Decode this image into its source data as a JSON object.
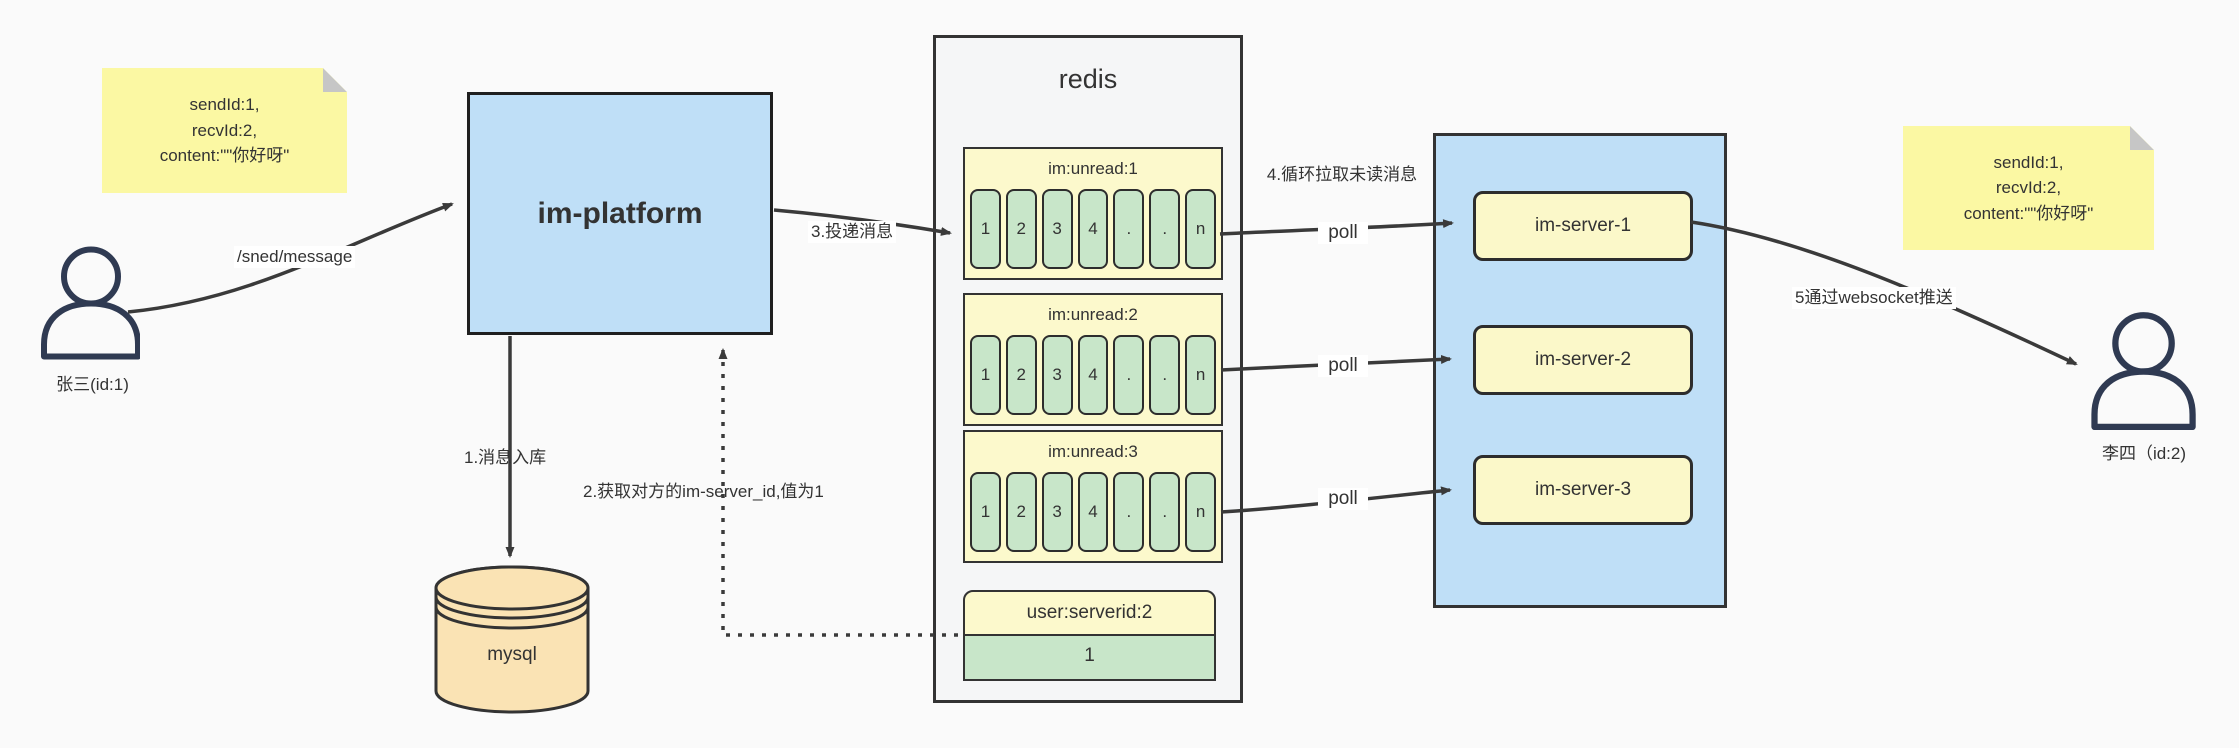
{
  "actors": {
    "left": {
      "label": "张三(id:1)"
    },
    "right": {
      "label": "李四（id:2)"
    }
  },
  "notes": {
    "left": {
      "line1": "sendId:1,",
      "line2": "recvId:2,",
      "line3": "content:\"\"你好呀\""
    },
    "right": {
      "line1": "sendId:1,",
      "line2": "recvId:2,",
      "line3": "content:\"\"你好呀\""
    }
  },
  "platform": {
    "label": "im-platform"
  },
  "mysql": {
    "label": "mysql"
  },
  "redis": {
    "title": "redis",
    "queues": [
      {
        "header": "im:unread:1",
        "cells": [
          "1",
          "2",
          "3",
          "4",
          ".",
          ".",
          "n"
        ]
      },
      {
        "header": "im:unread:2",
        "cells": [
          "1",
          "2",
          "3",
          "4",
          ".",
          ".",
          "n"
        ]
      },
      {
        "header": "im:unread:3",
        "cells": [
          "1",
          "2",
          "3",
          "4",
          ".",
          ".",
          "n"
        ]
      }
    ],
    "kv": {
      "header": "user:serverid:2",
      "value": "1"
    }
  },
  "servers": {
    "items": [
      {
        "label": "im-server-1"
      },
      {
        "label": "im-server-2"
      },
      {
        "label": "im-server-3"
      }
    ]
  },
  "edges": {
    "send_label": "/sned/message",
    "step1_label": "1.消息入库",
    "step2_label": "2.获取对方的im-server_id,值为1",
    "step3_label": "3.投递消息",
    "step4_label": "4.循环拉取未读消息",
    "poll_label": "poll",
    "step5_label": "5通过websocket推送"
  },
  "colors": {
    "platform_fill": "#bfdff7",
    "note_fill": "#fbf8a3",
    "queue_fill": "#fcf9cc",
    "cell_fill": "#c8e6c9",
    "mysql_fill": "#fae3b4",
    "redis_fill": "#f5f6f7",
    "line": "#3a3a3a"
  }
}
